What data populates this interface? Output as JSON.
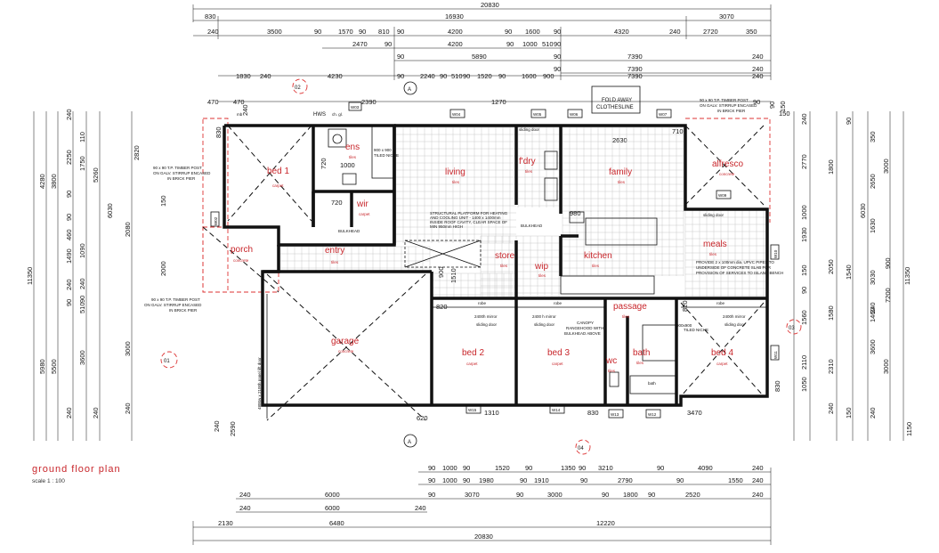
{
  "plan": {
    "title": "ground floor plan",
    "scale": "scale 1 : 100"
  },
  "rooms": [
    {
      "name": "bed 1",
      "tag": "carpet"
    },
    {
      "name": "ens",
      "tag": "tiles"
    },
    {
      "name": "wir",
      "tag": "carpet"
    },
    {
      "name": "living",
      "tag": "tiles"
    },
    {
      "name": "f'dry",
      "tag": "tiles"
    },
    {
      "name": "family",
      "tag": "tiles"
    },
    {
      "name": "alfresco",
      "tag": "concrete"
    },
    {
      "name": "porch",
      "tag": "concrete"
    },
    {
      "name": "entry",
      "tag": "tiles"
    },
    {
      "name": "store",
      "tag": "tiles"
    },
    {
      "name": "wip",
      "tag": "tiles"
    },
    {
      "name": "kitchen",
      "tag": "tiles"
    },
    {
      "name": "meals",
      "tag": "tiles"
    },
    {
      "name": "passage",
      "tag": "tiles"
    },
    {
      "name": "garage",
      "tag": "concrete"
    },
    {
      "name": "bed 2",
      "tag": "carpet"
    },
    {
      "name": "bed 3",
      "tag": "carpet"
    },
    {
      "name": "wc",
      "tag": "tiles"
    },
    {
      "name": "bath",
      "tag": "tiles"
    },
    {
      "name": "bed 4",
      "tag": "carpet"
    }
  ],
  "windows": [
    "W01",
    "W02",
    "W03",
    "W04",
    "W05",
    "W06",
    "W07",
    "W08",
    "W09",
    "W10",
    "W11",
    "W12",
    "W13",
    "W14",
    "W15",
    "W16"
  ],
  "labels": {
    "fold_away": "FOLD AWAY",
    "clothesline": "CLOTHESLINE",
    "hws": "HWS",
    "mb": "mb",
    "sliding_door": "sliding door",
    "sliding_door_2": "sliding door",
    "robe": "robe",
    "mirror_door": "2400h mirror",
    "mirror_door_2": "2400 h mirror",
    "mirror_door_3": "2400h mirror",
    "sliding_door_bed2": "sliding door",
    "sliding_door_bed3": "sliding door",
    "sliding_door_bed4": "sliding door",
    "panel_door": "4800w x 2100h panel lift door",
    "bath": "bath",
    "canopy": "CANOPY",
    "rangehood": "RANGEHOOD WITH",
    "bulkhead_above": "BULKHEAD ABOVE",
    "bulkhead": "BULKHEAD",
    "structural_1": "STRUCTURAL PLATFORM FOR HEATING",
    "structural_2": "AND COOLING UNIT - 1400 x 1400mm",
    "structural_3": "INSIDE ROOF CAVITY, CLEAR SPACE OF",
    "structural_4": "MIN 950mm HIGH",
    "timber_post_1": "90 x 90 T.P. TIMBER POST",
    "timber_post_2": "ON GALV. STIRRUP ENCASED",
    "timber_post_3": "IN BRICK PIER",
    "provide_1": "PROVIDE 2 x 100mm dia. UPVC PIPES TO",
    "provide_2": "UNDERSIDE OF CONCRETE SLAB FOR",
    "provide_3": "PROVISION OF SERVICES TO ISLAND BENCH",
    "tiled_niche": "TILED NICHE",
    "ch": "ch. gl.",
    "ref_a": "A",
    "ref_01": "01",
    "ref_02": "02",
    "ref_03": "03",
    "ref_04": "04",
    "shower": "900 x 900",
    "shower_2": "900x900"
  },
  "dims": {
    "top": {
      "r1": [
        "20830"
      ],
      "r2": [
        "830",
        "16930",
        "3070"
      ],
      "r3": [
        "240",
        "3500",
        "90",
        "1570",
        "90",
        "810",
        "90",
        "4200",
        "90",
        "1600",
        "90",
        "4320",
        "240",
        "2720",
        "350"
      ],
      "r4": [
        "2470",
        "90",
        "4200",
        "90",
        "1000",
        "510",
        "90"
      ],
      "r5": [
        "90",
        "5890",
        "90",
        "7390",
        "240"
      ],
      "r6": [
        "90",
        "7390",
        "240"
      ],
      "r7": [
        "1830",
        "240",
        "4230",
        "90",
        "2240",
        "90",
        "510",
        "90",
        "1520",
        "90",
        "1600",
        "900",
        "7390",
        "240"
      ],
      "r8": [
        "470",
        "2390",
        "1270",
        "2630",
        "710",
        "90",
        "150"
      ]
    },
    "bottom": {
      "r1": [
        "90",
        "1000",
        "90",
        "1520",
        "90",
        "1350",
        "90",
        "3210",
        "90",
        "4090",
        "240"
      ],
      "r2": [
        "90",
        "1000",
        "90",
        "1980",
        "90",
        "1910",
        "90",
        "2790",
        "90",
        "1550",
        "240"
      ],
      "r3": [
        "240",
        "6000",
        "90",
        "3070",
        "90",
        "3000",
        "90",
        "1800",
        "90",
        "2520",
        "240"
      ],
      "r4": [
        "240",
        "6000",
        "240"
      ],
      "r5": [
        "2130",
        "6480",
        "12220"
      ],
      "r6": [
        "20830"
      ]
    },
    "left": {
      "outer": [
        "11350"
      ],
      "r1": [
        "4280",
        "5980"
      ],
      "r2": [
        "3800",
        "5500"
      ],
      "r3": [
        "240",
        "2250",
        "90",
        "1750",
        "90",
        "110",
        "460",
        "1490",
        "240",
        "1090",
        "240",
        "90",
        "510",
        "90",
        "3600",
        "240"
      ],
      "r4": [
        "5260",
        "6030",
        "240"
      ],
      "r5": [
        "2820",
        "2080",
        "2000",
        "3000",
        "240",
        "150",
        "240"
      ],
      "r6": [
        "470",
        "830",
        "1000",
        "720",
        "720",
        "900",
        "820",
        "620",
        "1510",
        "1310",
        "830",
        "3470",
        "830",
        "980",
        "1150",
        "2590",
        "240"
      ]
    },
    "right": {
      "outer": [
        "11350"
      ],
      "r1": [
        "3000",
        "6030",
        "3000"
      ],
      "r2": [
        "350",
        "2650",
        "1630",
        "1540",
        "3030",
        "240",
        "1460",
        "3600",
        "240"
      ],
      "r3": [
        "2770",
        "1800",
        "1000",
        "1930",
        "150",
        "240",
        "90",
        "2050",
        "1560",
        "1580",
        "2310",
        "1050",
        "240",
        "2110"
      ],
      "r4": [
        "90",
        "150",
        "150",
        "820",
        "7200",
        "900",
        "90"
      ]
    }
  }
}
